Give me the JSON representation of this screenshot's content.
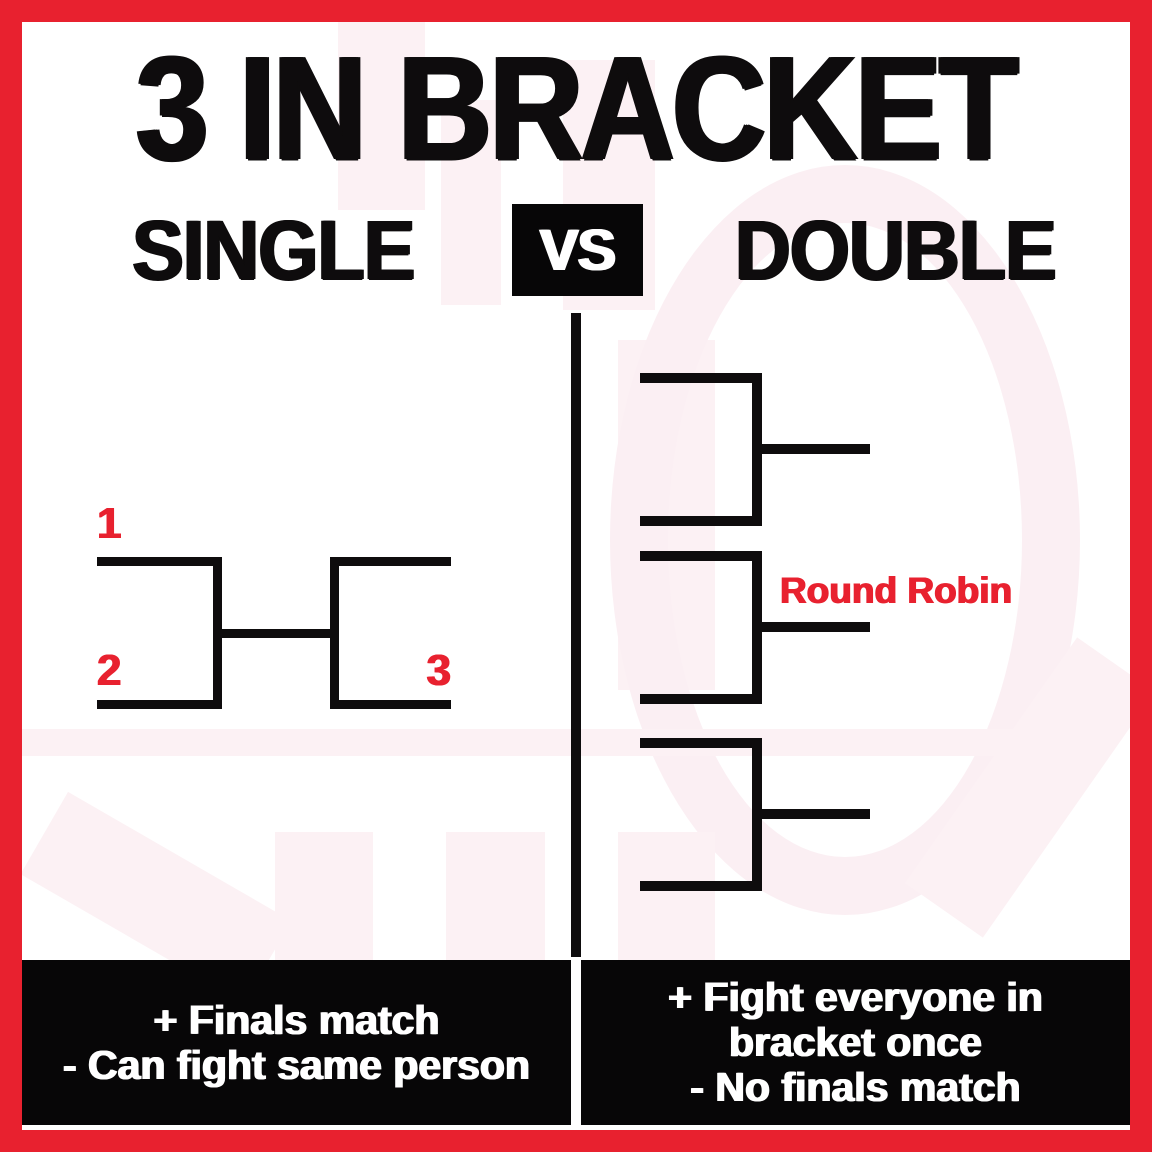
{
  "title": "3 IN BRACKET",
  "comparison": {
    "left_label": "SINGLE",
    "vs_label": "VS",
    "right_label": "DOUBLE"
  },
  "single_bracket": {
    "seeds": [
      "1",
      "2",
      "3"
    ]
  },
  "double_bracket": {
    "label": "Round Robin"
  },
  "footnotes": {
    "single": [
      "+ Finals match",
      "- Can fight same person"
    ],
    "double": [
      "+ Fight everyone in",
      "bracket once",
      "- No finals match"
    ]
  },
  "colors": {
    "accent_red": "#e8212f",
    "line_black": "#0e0c0d",
    "panel_black": "#070607",
    "text_white": "#ffffff",
    "watermark_pink": "#fcf1f4"
  }
}
